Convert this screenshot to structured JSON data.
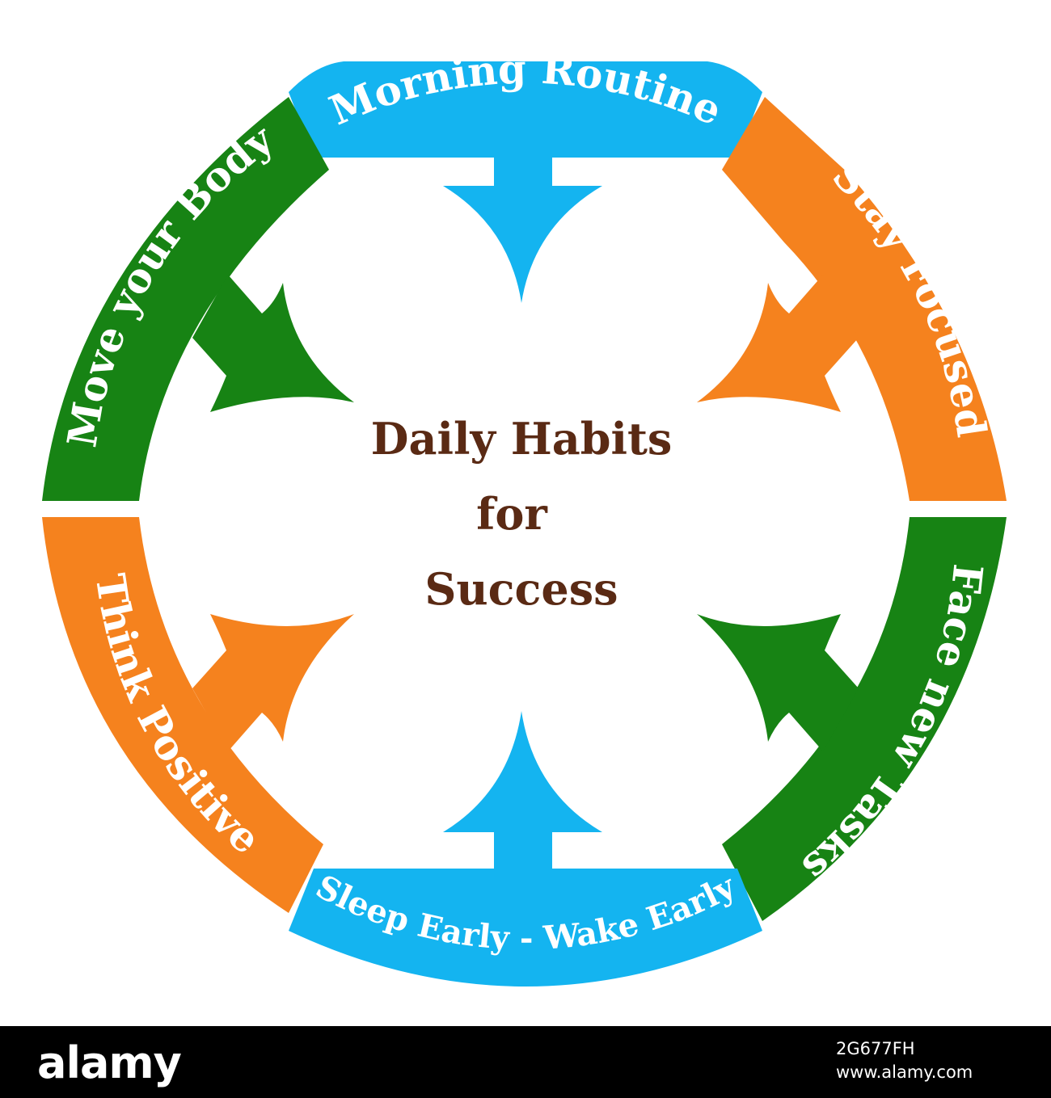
{
  "colors": {
    "blue": "#14b4f0",
    "orange": "#f5821e",
    "green": "#178314",
    "center_text": "#5a2a14",
    "footer_bg": "#000000"
  },
  "center": {
    "line1": "Daily Habits",
    "line2": "for",
    "line3": "Success"
  },
  "segments": [
    {
      "key": "top",
      "label": "Morning Routine",
      "color": "blue"
    },
    {
      "key": "top-right",
      "label": "Stay Focused",
      "color": "orange"
    },
    {
      "key": "bottom-right",
      "label": "Face new Tasks",
      "color": "green"
    },
    {
      "key": "bottom",
      "label": "Sleep Early - Wake Early",
      "color": "blue"
    },
    {
      "key": "bottom-left",
      "label": "Think Positive",
      "color": "orange"
    },
    {
      "key": "top-left",
      "label": "Move your Body",
      "color": "green"
    }
  ],
  "footer": {
    "brand": "alamy",
    "image_id": "2G677FH",
    "url": "www.alamy.com"
  }
}
